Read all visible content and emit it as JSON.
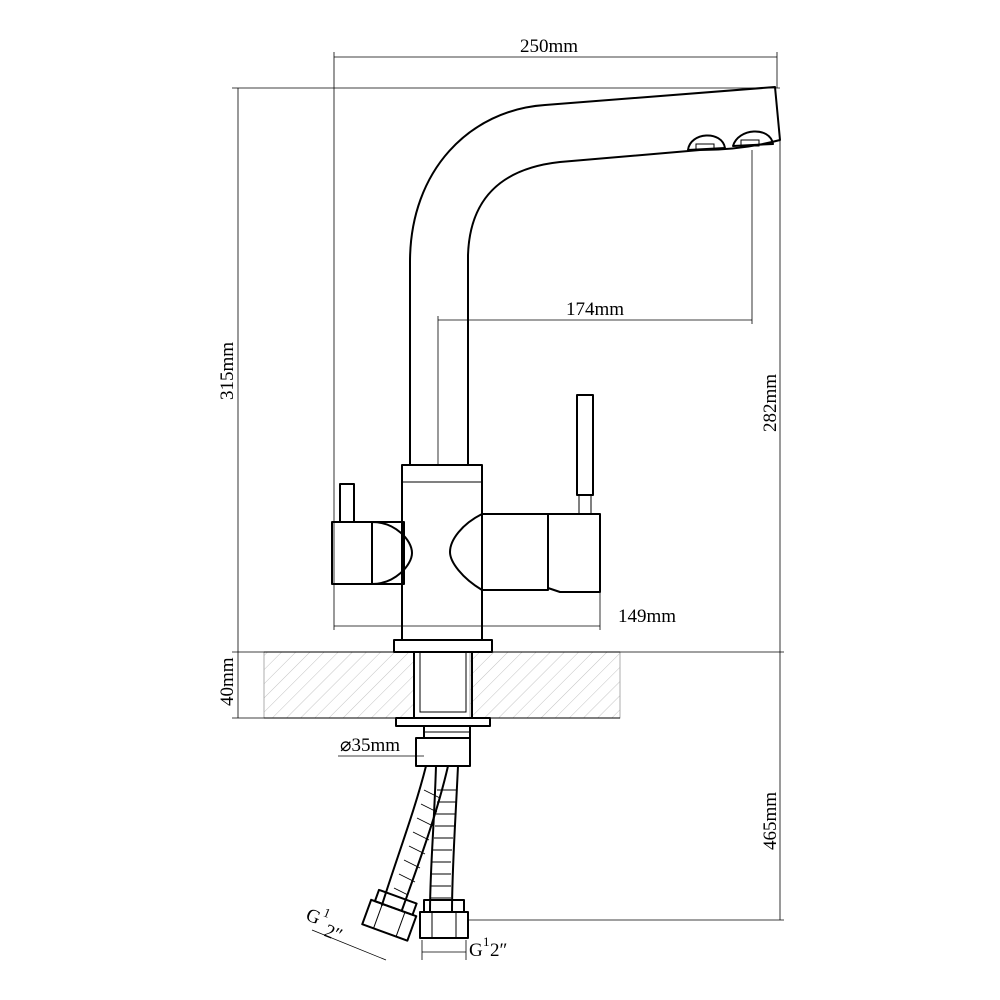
{
  "diagram": {
    "labels": {
      "width_top": "250mm",
      "reach": "174mm",
      "height_total": "315mm",
      "height_spout": "282mm",
      "base_width": "149mm",
      "counter_thickness": "40mm",
      "hole_diameter": "⌀35mm",
      "hose_length": "465mm",
      "thread_left": "G",
      "thread_left_num": "1",
      "thread_left_den": "2″",
      "thread_right": "G",
      "thread_right_num": "1",
      "thread_right_den": "2″"
    },
    "colors": {
      "line": "#000000",
      "hatch": "#b5b5b5",
      "background": "#ffffff"
    }
  }
}
